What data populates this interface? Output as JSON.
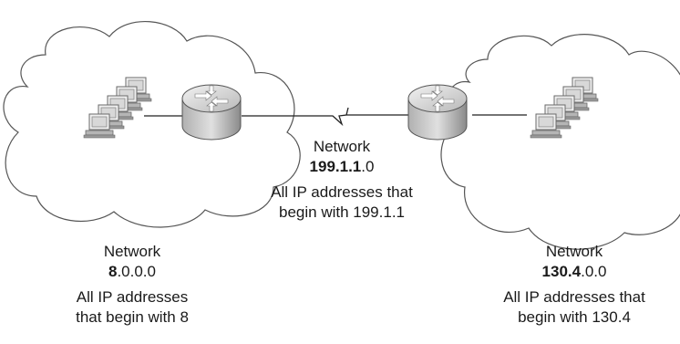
{
  "colors": {
    "cloud_stroke": "#555555",
    "router_top": "#d0d0d0",
    "router_side": "#9a9a9a",
    "pc_screen": "#e6e6e6",
    "pc_body": "#8c8c8c"
  },
  "left_network": {
    "title": "Network",
    "address_bold": "8",
    "address_rest": ".0.0.0",
    "desc_line1": "All IP addresses",
    "desc_line2": "that begin with 8"
  },
  "middle_network": {
    "title": "Network",
    "address_bold": "199.1.1",
    "address_rest": ".0",
    "desc_line1": "All IP addresses that",
    "desc_line2": "begin with 199.1.1"
  },
  "right_network": {
    "title": "Network",
    "address_bold": "130.4",
    "address_rest": ".0.0",
    "desc_line1": "All IP addresses that",
    "desc_line2": "begin with 130.4"
  },
  "icons": {
    "left_router": "router-icon",
    "right_router": "router-icon",
    "left_pcs": "pc-stack-icon",
    "right_pcs": "pc-stack-icon",
    "serial_link": "serial-link-icon"
  }
}
